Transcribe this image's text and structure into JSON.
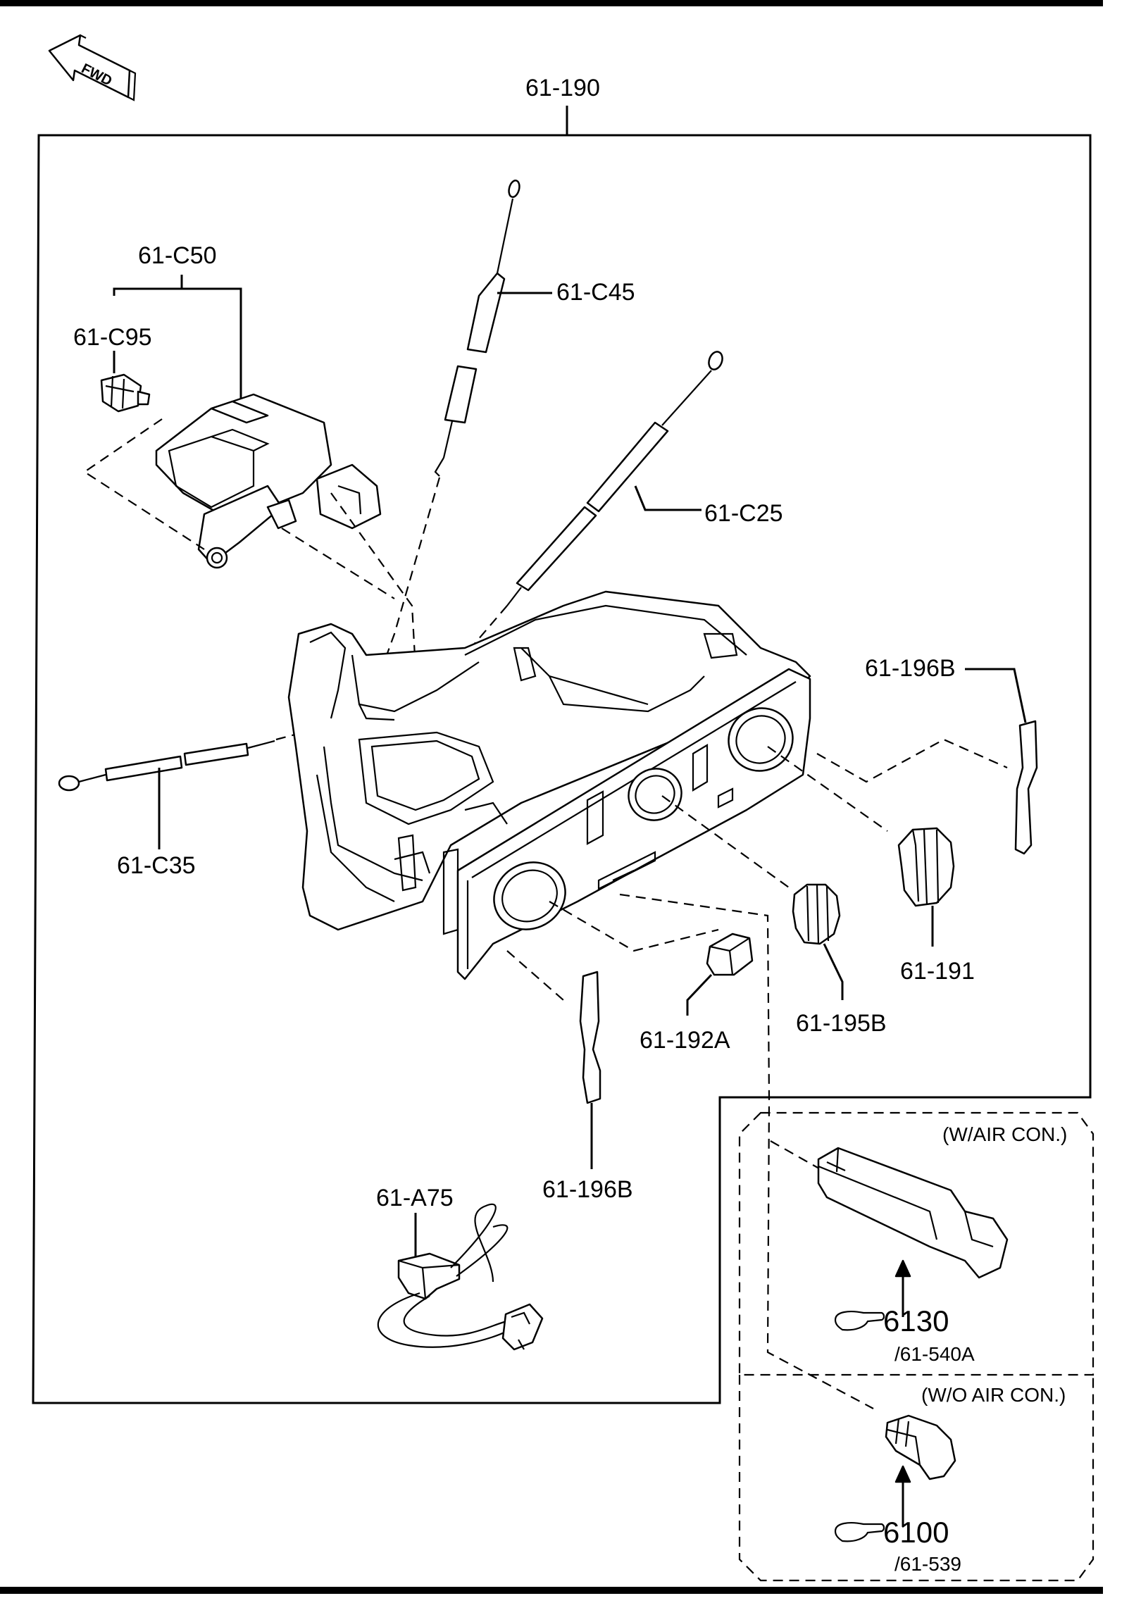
{
  "direction_indicator": {
    "text": "FWD"
  },
  "assembly": {
    "part_no": "61-190"
  },
  "callouts": {
    "c50": "61-C50",
    "c95": "61-C95",
    "c45": "61-C45",
    "c25": "61-C25",
    "c35": "61-C35",
    "p196b_top": "61-196B",
    "p191": "61-191",
    "p195b": "61-195B",
    "p192a": "61-192A",
    "p196b_bottom": "61-196B",
    "a75": "61-A75"
  },
  "variants": {
    "with_ac": {
      "label": "(W/AIR CON.)",
      "ref_section": "6130",
      "ref_part": "/61-540A"
    },
    "without_ac": {
      "label": "(W/O AIR CON.)",
      "ref_section": "6100",
      "ref_part": "/61-539"
    }
  },
  "icons": {
    "fwd": "fwd-arrow-icon",
    "reference": "pointing-hand-icon"
  }
}
